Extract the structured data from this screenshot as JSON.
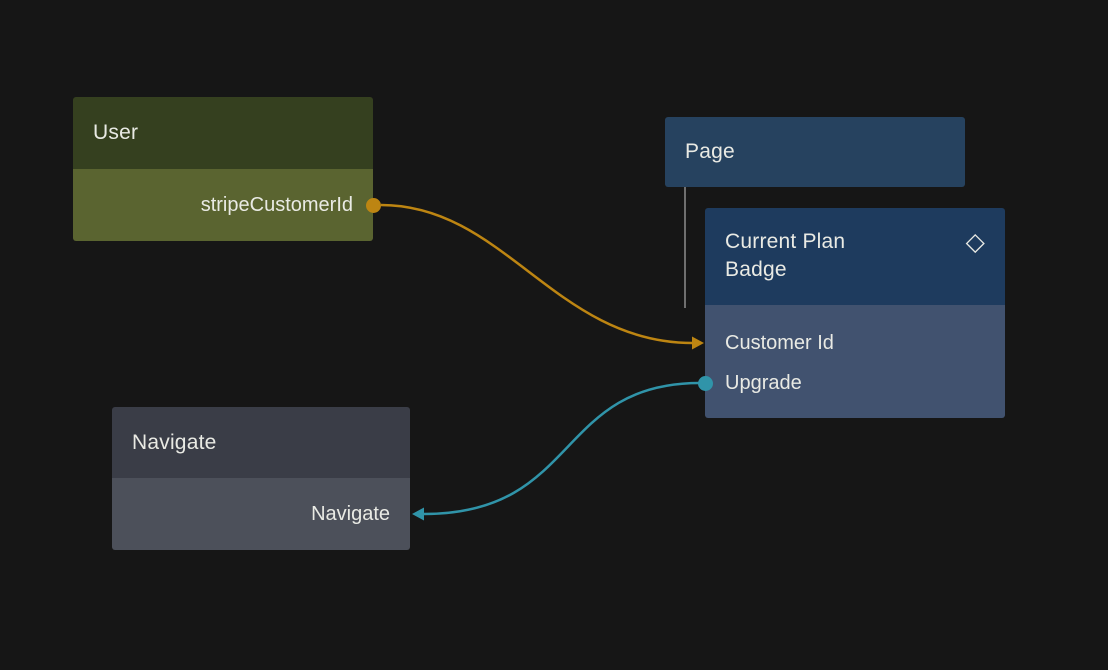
{
  "colors": {
    "canvas_bg": "#161616",
    "text": "#e9eae4",
    "user_header": "#35401f",
    "user_body": "#5a6430",
    "page_header": "#26425f",
    "badge_header": "#1e3b5e",
    "badge_body": "#41526f",
    "navigate_header": "#3a3d47",
    "navigate_body": "#4c505a",
    "edge_orange": "#bd8512",
    "edge_teal": "#3094a9",
    "tree_line": "#6f6f6f"
  },
  "nodes": {
    "user": {
      "title": "User",
      "fields": [
        {
          "label": "stripeCustomerId",
          "port": "output"
        }
      ]
    },
    "page": {
      "title": "Page"
    },
    "current_plan_badge": {
      "title": "Current Plan Badge",
      "icon": {
        "name": "diamond-icon",
        "glyph": "◇"
      },
      "rows": [
        {
          "label": "Customer Id",
          "port": "input"
        },
        {
          "label": "Upgrade",
          "port": "output"
        }
      ]
    },
    "navigate": {
      "title": "Navigate",
      "fields": [
        {
          "label": "Navigate",
          "port": "input"
        }
      ]
    }
  },
  "edges": [
    {
      "name": "user-stripeCustomerId-to-currentPlanBadge-customerId",
      "color": "#bd8512"
    },
    {
      "name": "currentPlanBadge-upgrade-to-navigate-navigate",
      "color": "#3094a9"
    }
  ]
}
